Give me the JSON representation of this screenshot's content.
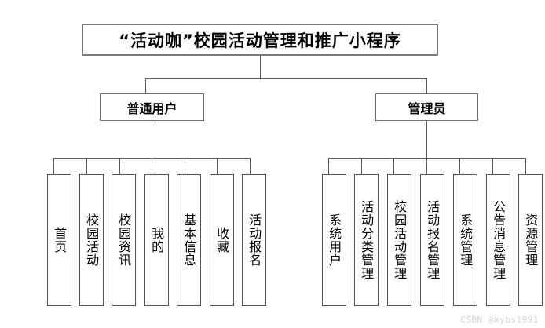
{
  "diagram": {
    "type": "tree",
    "title": "“活动咖”校园活动管理和推广小程序",
    "root": {
      "label": "“活动咖”校园活动管理和推广小程序"
    },
    "branches": [
      {
        "id": "user",
        "label": "普通用户",
        "leaves": [
          {
            "label": "首页"
          },
          {
            "label": "校园活动"
          },
          {
            "label": "校园资讯"
          },
          {
            "label": "我的"
          },
          {
            "label": "基本信息"
          },
          {
            "label": "收藏"
          },
          {
            "label": "活动报名"
          }
        ]
      },
      {
        "id": "admin",
        "label": "管理员",
        "leaves": [
          {
            "label": "系统用户"
          },
          {
            "label": "活动分类管理"
          },
          {
            "label": "校园活动管理"
          },
          {
            "label": "活动报名管理"
          },
          {
            "label": "系统管理"
          },
          {
            "label": "公告消息管理"
          },
          {
            "label": "资源管理"
          }
        ]
      }
    ]
  },
  "watermark": {
    "text": "CSDN @kybs1991"
  },
  "colors": {
    "background": "#ffffff",
    "box_border": "#808080",
    "connector": "#5a5a5a",
    "text": "#000000",
    "watermark": "#d2d2d2"
  }
}
